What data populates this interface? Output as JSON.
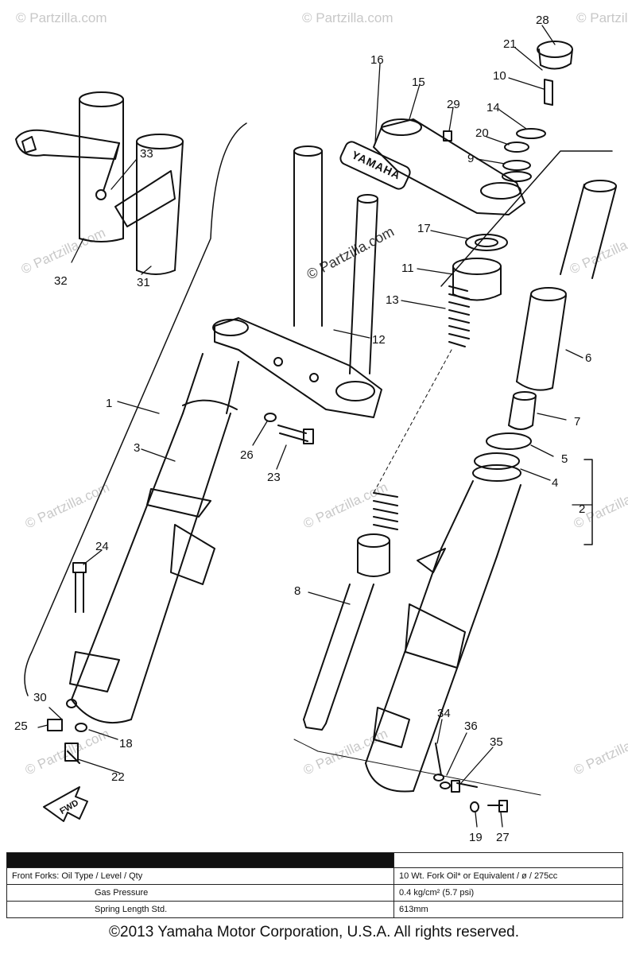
{
  "watermarks": {
    "main": "© Partzilla.com",
    "faint": "© Partzilla.com"
  },
  "badge_text": "YAMAHA",
  "fwd_label": "FWD",
  "callouts": [
    "1",
    "2",
    "3",
    "4",
    "5",
    "6",
    "7",
    "8",
    "9",
    "10",
    "11",
    "12",
    "13",
    "14",
    "15",
    "16",
    "17",
    "18",
    "19",
    "20",
    "21",
    "22",
    "23",
    "24",
    "25",
    "26",
    "27",
    "28",
    "29",
    "30",
    "31",
    "32",
    "33",
    "34",
    "35",
    "36"
  ],
  "specs": {
    "header": [
      "",
      ""
    ],
    "rows": [
      {
        "label": "Front Forks: Oil Type / Level / Qty",
        "value": "10 Wt. Fork Oil* or Equivalent / ø / 275cc"
      },
      {
        "label": "Gas Pressure",
        "value": "0.4 kg/cm² (5.7 psi)"
      },
      {
        "label": "Spring Length Std.",
        "value": "613mm"
      }
    ]
  },
  "footer": "©2013  Yamaha Motor Corporation, U.S.A. All rights reserved."
}
